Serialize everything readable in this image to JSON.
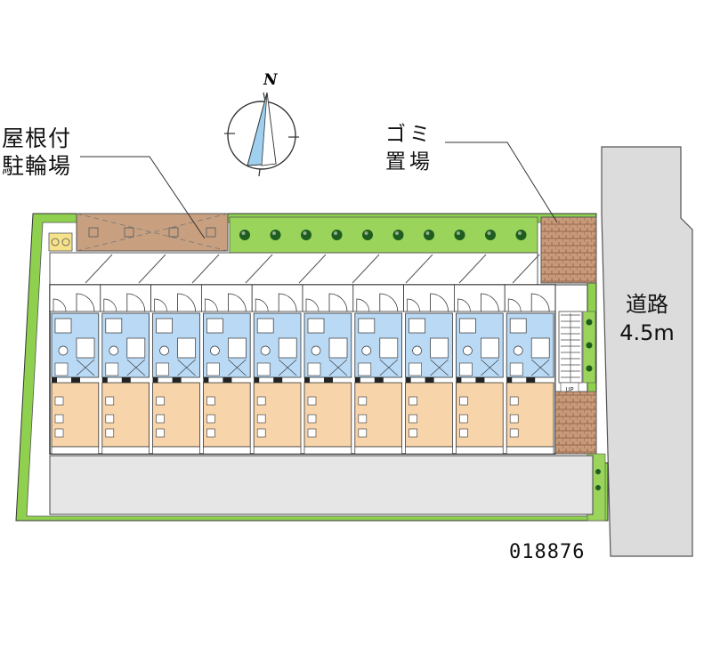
{
  "labels": {
    "roof_bike_parking_line1": "屋根付",
    "roof_bike_parking_line2": "駐輪場",
    "garbage_line1": "ゴミ",
    "garbage_line2": "置場",
    "road_line1": "道路",
    "road_line2": "4.5m",
    "compass_north": "N",
    "stair_up": "UP",
    "property_code": "018876"
  },
  "layout": {
    "unit_count": 10,
    "tree_count": 10
  },
  "colors": {
    "outline": "#333333",
    "green_strip": "#8fd14f",
    "hedge_green": "#9bd45a",
    "tree_dark": "#1f5c1f",
    "bike_parking": "#c8a07f",
    "garbage_area": "#c89a7a",
    "unit_wet_area": "#b9d9f5",
    "unit_room": "#f8d4aa",
    "parking_gray": "#e6e6e6",
    "road_gray": "#dcdcdc",
    "compass_blue": "#9fd0f0"
  }
}
